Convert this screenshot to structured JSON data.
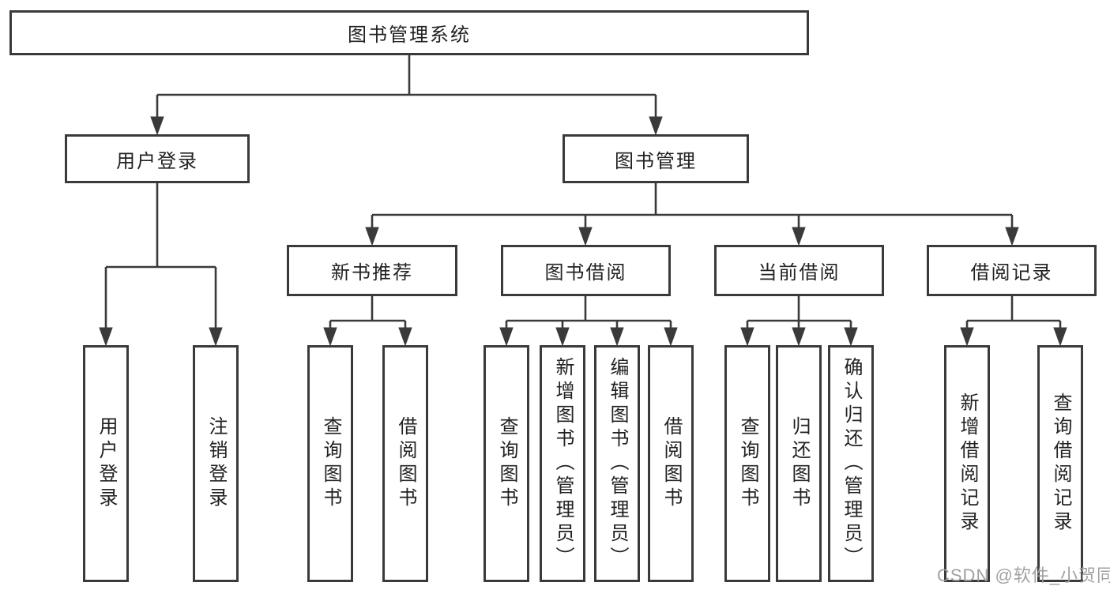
{
  "tree": {
    "root": "图书管理系统",
    "user_login": {
      "label": "用户登录",
      "children": [
        "用户登录",
        "注销登录"
      ]
    },
    "book_mgmt": {
      "label": "图书管理",
      "children": [
        {
          "label": "新书推荐",
          "children": [
            "查询图书",
            "借阅图书"
          ]
        },
        {
          "label": "图书借阅",
          "children": [
            "查询图书",
            "新增图书（管理员）",
            "编辑图书（管理员）",
            "借阅图书"
          ]
        },
        {
          "label": "当前借阅",
          "children": [
            "查询图书",
            "归还图书",
            "确认归还（管理员）"
          ]
        },
        {
          "label": "借阅记录",
          "children": [
            "新增借阅记录",
            "查询借阅记录"
          ]
        }
      ]
    }
  },
  "watermark": "CSDN @软件_小贺同学",
  "colors": {
    "line": "#3a3a3a",
    "text": "#222222",
    "watermark": "#9c9c9c",
    "background": "#ffffff"
  }
}
